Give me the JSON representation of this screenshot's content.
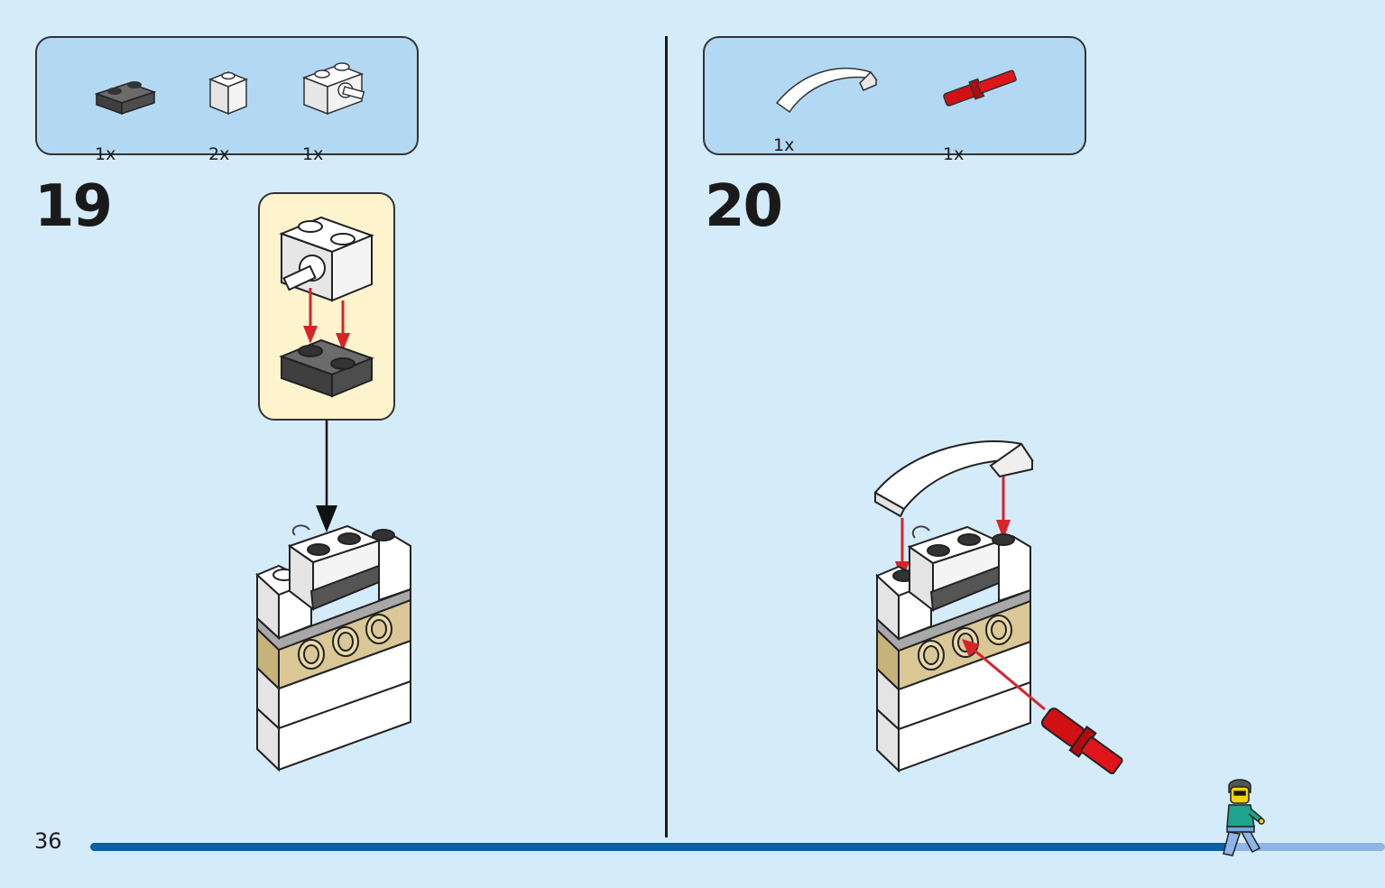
{
  "page": {
    "number": "36",
    "progress": 0.88
  },
  "steps": [
    {
      "number": "19",
      "parts": [
        {
          "icon": "dark-gray-plate-1x2-icon",
          "qty": "1x"
        },
        {
          "icon": "white-brick-1x1-icon",
          "qty": "2x"
        },
        {
          "icon": "white-brick-1x2-with-pin-icon",
          "qty": "1x"
        }
      ]
    },
    {
      "number": "20",
      "parts": [
        {
          "icon": "white-curved-slope-icon",
          "qty": "1x"
        },
        {
          "icon": "red-axle-pin-icon",
          "qty": "1x"
        }
      ]
    }
  ],
  "colors": {
    "background": "#d4ebfa",
    "parts_box": "#b3d8f3",
    "callout": "#fdf3cc",
    "arrow": "#d8232a",
    "progress": "#0b5ea8",
    "tan": "#d9c796",
    "dark_gray": "#5a5a5a",
    "red": "#d01012"
  }
}
